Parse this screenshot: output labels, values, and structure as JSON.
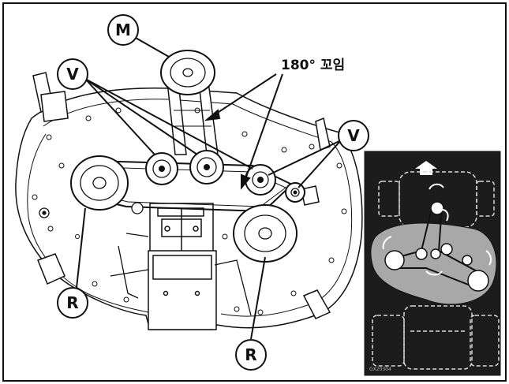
{
  "labels": {
    "motor": "M",
    "idler_top": "V",
    "idler_right": "V",
    "spindle_left": "R",
    "spindle_bottom": "R",
    "twist_note": "180° 꼬임"
  },
  "inset": {
    "serial_text": "GX20304"
  },
  "colors": {
    "line": "#111111",
    "deck_fill": "#ffffff",
    "inset_bg": "#1c1c1c",
    "inset_deck": "#a8a8a8"
  }
}
